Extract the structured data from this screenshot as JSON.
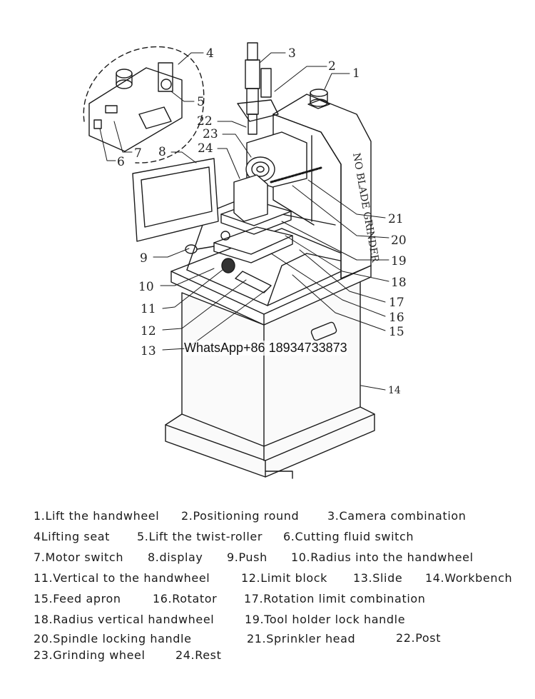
{
  "callouts": {
    "c1": "1",
    "c2": "2",
    "c3": "3",
    "c4": "4",
    "c5": "5",
    "c6": "6",
    "c7": "7",
    "c8": "8",
    "c9": "9",
    "c10": "10",
    "c11": "11",
    "c12": "12",
    "c13": "13",
    "c14": "14",
    "c15": "15",
    "c16": "16",
    "c17": "17",
    "c18": "18",
    "c19": "19",
    "c20": "20",
    "c21": "21",
    "c22": "22",
    "c23": "23",
    "c24": "24"
  },
  "machine_side_text": "NO BLADE GRINDER",
  "watermark": "WhatsApp+86 18934733873",
  "legend": {
    "i1": "1.Lift the handwheel",
    "i2": "2.Positioning round",
    "i3": "3.Camera combination",
    "i4": "4Lifting seat",
    "i5": "5.Lift the twist-roller",
    "i6": "6.Cutting fluid switch",
    "i7": "7.Motor switch",
    "i8": "8.display",
    "i9": "9.Push",
    "i10": "10.Radius into the handwheel",
    "i11": "11.Vertical to the handwheel",
    "i12": "12.Limit block",
    "i13": "13.Slide",
    "i14": "14.Workbench",
    "i15": "15.Feed apron",
    "i16": "16.Rotator",
    "i17": "17.Rotation limit combination",
    "i18": "18.Radius vertical handwheel",
    "i19": "19.Tool holder lock handle",
    "i20": "20.Spindle locking handle",
    "i21": "21.Sprinkler head",
    "i22": "22.Post",
    "i23": "23.Grinding wheel",
    "i24": "24.Rest"
  }
}
